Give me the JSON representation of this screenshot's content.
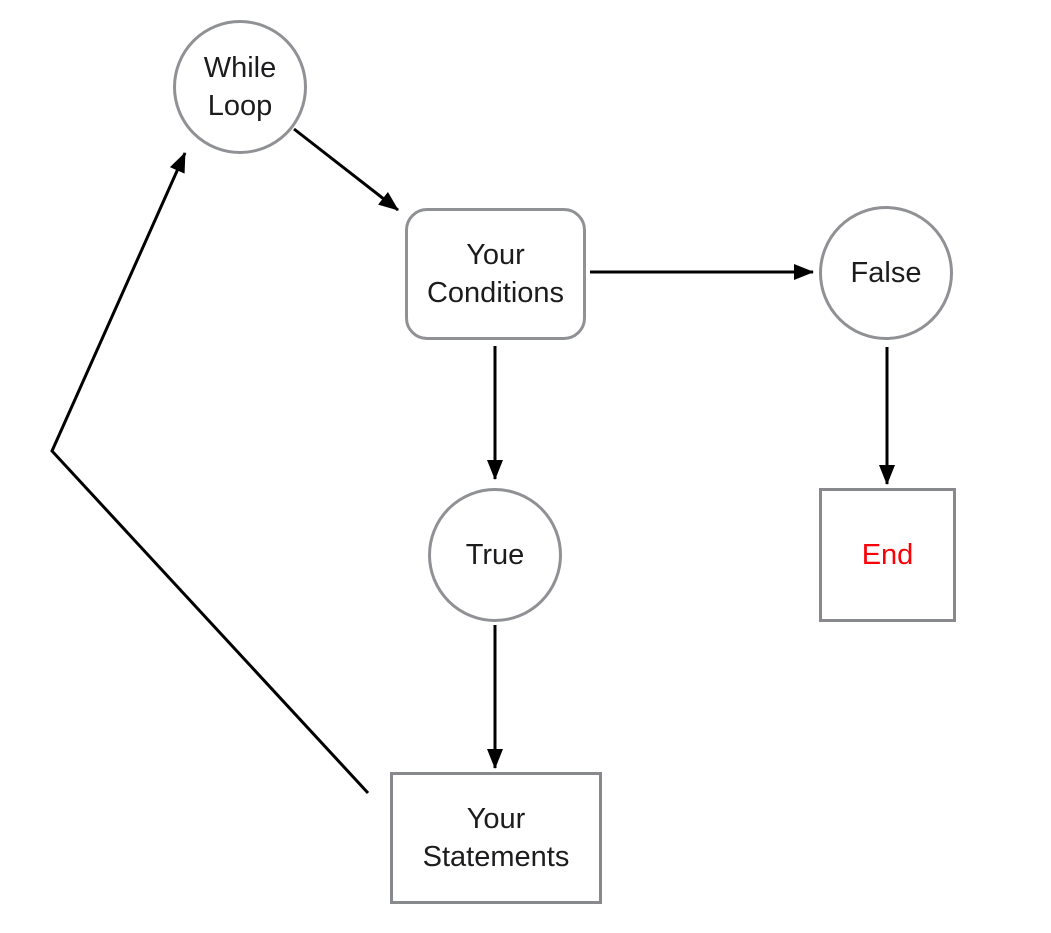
{
  "diagram": {
    "type": "flowchart",
    "subject": "while-loop control flow",
    "nodes": {
      "while_loop": {
        "label": "While\nLoop",
        "shape": "circle",
        "text_color": "#1c1c1e"
      },
      "your_conditions": {
        "label": "Your\nConditions",
        "shape": "rounded-rectangle",
        "text_color": "#1c1c1e"
      },
      "false_branch": {
        "label": "False",
        "shape": "circle",
        "text_color": "#1c1c1e"
      },
      "true_branch": {
        "label": "True",
        "shape": "circle",
        "text_color": "#1c1c1e"
      },
      "end": {
        "label": "End",
        "shape": "square",
        "text_color": "#fb0007"
      },
      "your_statements": {
        "label": "Your\nStatements",
        "shape": "rectangle",
        "text_color": "#1c1c1e"
      }
    },
    "edges": [
      {
        "from": "while_loop",
        "to": "your_conditions"
      },
      {
        "from": "your_conditions",
        "to": "false_branch"
      },
      {
        "from": "your_conditions",
        "to": "true_branch"
      },
      {
        "from": "false_branch",
        "to": "end"
      },
      {
        "from": "true_branch",
        "to": "your_statements"
      },
      {
        "from": "your_statements",
        "to": "while_loop"
      }
    ],
    "colors": {
      "background": "#ffffff",
      "node_border": "#8f9194",
      "square_border": "#88898c",
      "arrow": "#000000",
      "label_text": "#1c1c1e",
      "end_text": "#fb0007"
    }
  }
}
